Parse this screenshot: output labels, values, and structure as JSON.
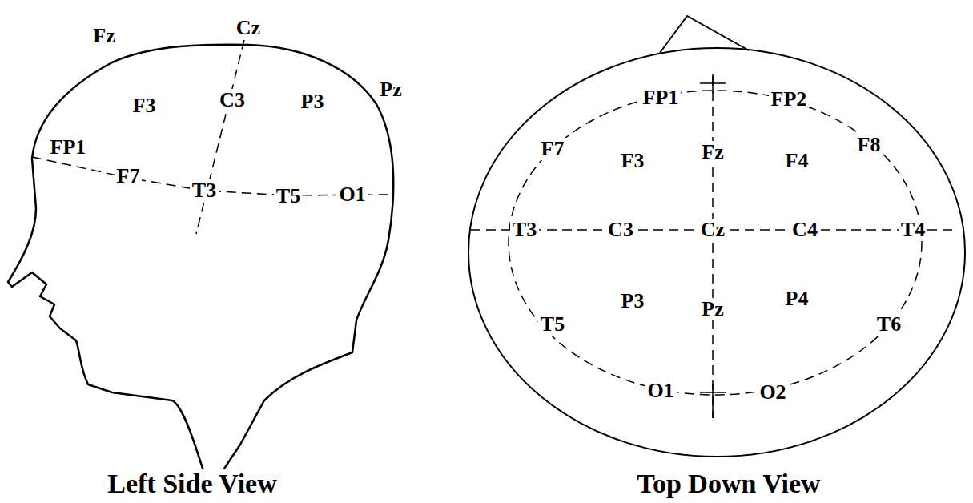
{
  "diagram": {
    "labels": [
      "Fz",
      "Cz",
      "Pz",
      "F3",
      "C3",
      "P3",
      "FP1",
      "F7",
      "T3",
      "T5",
      "O1",
      "Left Side View",
      "FP1",
      "FP2",
      "F7",
      "F3",
      "Fz",
      "F4",
      "F8",
      "T3",
      "C3",
      "Cz",
      "C4",
      "T4",
      "T5",
      "P3",
      "Pz",
      "P4",
      "T6",
      "O1",
      "O2",
      "Top Down View"
    ]
  }
}
